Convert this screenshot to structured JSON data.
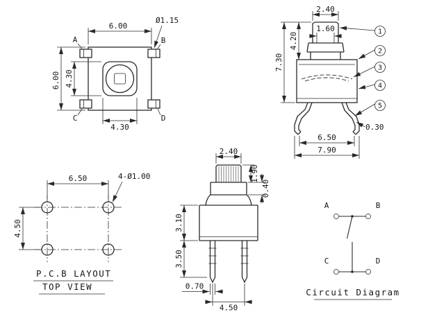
{
  "drawing": {
    "top_view": {
      "dim_width_top": "6.00",
      "dim_height_left": "6.00",
      "dim_inner_height": "4.30",
      "dim_inner_width": "4.30",
      "hole_note": "Ø1.15",
      "label_a": "A",
      "label_b": "B",
      "label_c": "C",
      "label_d": "D"
    },
    "side_view": {
      "dim_knob_width": "2.40",
      "dim_knob_inner": "1.60",
      "dim_stem_height": "4.20",
      "dim_total_height": "7.30",
      "dim_lead_span": "6.50",
      "dim_outer_span": "7.90",
      "dim_lead_thickness": "0.30",
      "callout_1": "1",
      "callout_2": "2",
      "callout_3": "3",
      "callout_4": "4",
      "callout_5": "5"
    },
    "pcb_layout": {
      "dim_hole_pitch_x": "6.50",
      "dim_hole_pitch_y": "4.50",
      "hole_note": "4-Ø1.00",
      "caption_1": "P.C.B LAYOUT",
      "caption_2": "TOP VIEW"
    },
    "front_view": {
      "dim_knob_width": "2.40",
      "dim_knob_height": "1.90",
      "dim_collar_height": "0.40",
      "dim_body_height": "3.10",
      "dim_lead_length": "3.50",
      "dim_lead_width": "0.70",
      "dim_lead_pitch": "4.50"
    },
    "circuit": {
      "label_a": "A",
      "label_b": "B",
      "label_c": "C",
      "label_d": "D",
      "caption": "Circuit Diagram"
    }
  }
}
